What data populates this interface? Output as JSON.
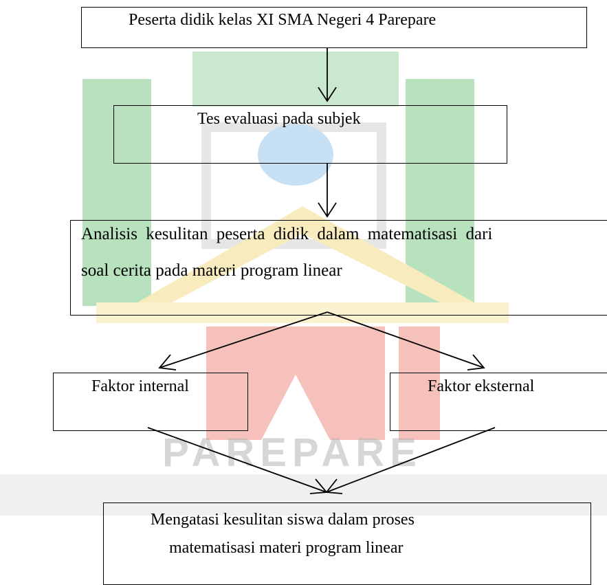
{
  "nodes": {
    "top": "Peserta didik kelas XI SMA Negeri 4 Parepare",
    "test": "Tes evaluasi pada subjek",
    "analysis_line1": "Analisis kesulitan peserta didik dalam matematisasi dari",
    "analysis_line2": "soal cerita pada materi program linear",
    "internal": "Faktor internal",
    "external": "Faktor eksternal",
    "result_line1": "Mengatasi kesulitan siswa dalam proses",
    "result_line2": "matematisasi materi program linear"
  },
  "watermark": {
    "text": "PAREPARE",
    "colors": {
      "green": "#7fc98a",
      "red": "#ef8e84",
      "yellow": "#f3de8a",
      "blue": "#7fb4e0",
      "gray": "#c9c9c9"
    }
  }
}
